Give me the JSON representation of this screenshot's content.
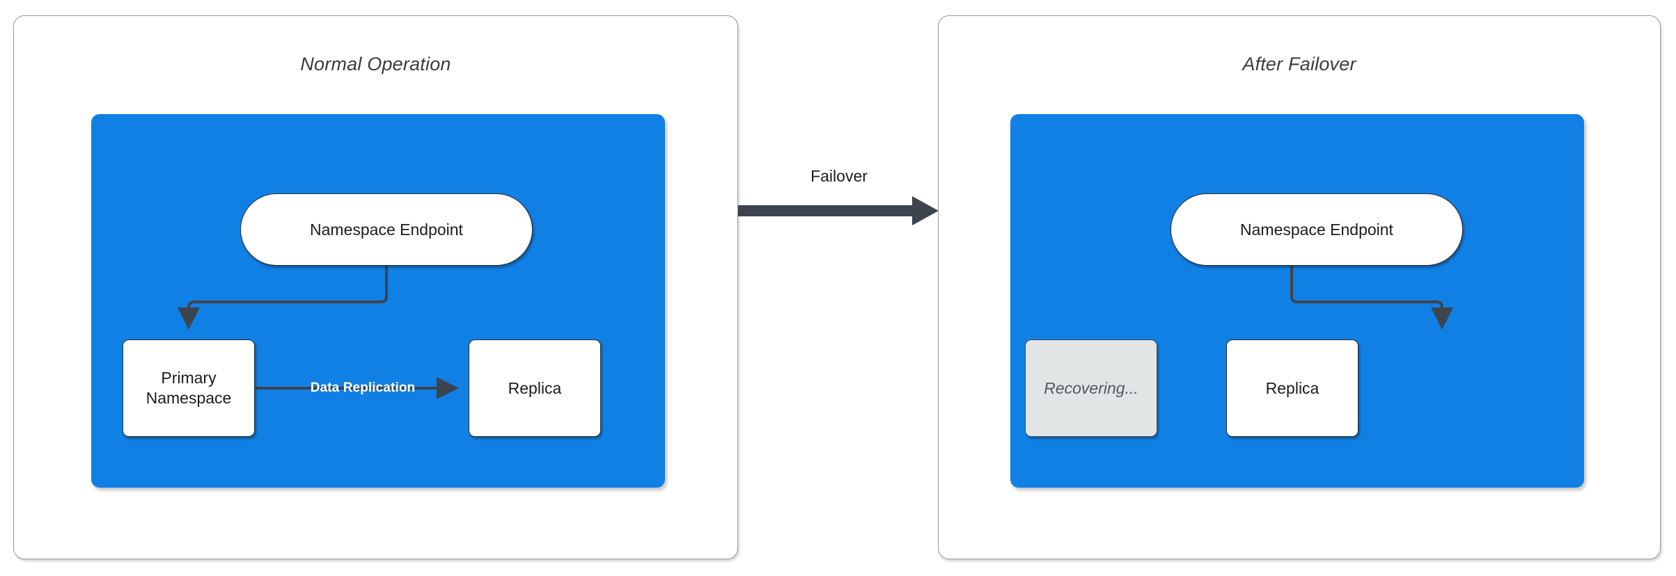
{
  "diagram": {
    "title_implicit": "Namespace failover before and after",
    "colors": {
      "region_blue": "#1180e4",
      "node_white": "#ffffff",
      "node_muted": "#e2e5e6",
      "stroke_dark": "#2b2b2b",
      "arrow_dark": "#3d444e",
      "label_white": "#ffffff",
      "panel_border": "#999999"
    }
  },
  "panels": [
    {
      "key": "normal",
      "title": "Normal Operation",
      "nodes": {
        "endpoint": "Namespace Endpoint",
        "primary": "Primary\nNamespace",
        "primary_line1": "Primary",
        "primary_line2": "Namespace",
        "replica": "Replica"
      },
      "edges": {
        "endpoint_to_primary": "",
        "data_replication": "Data Replication"
      }
    },
    {
      "key": "failover",
      "title": "After Failover",
      "nodes": {
        "endpoint": "Namespace Endpoint",
        "recovering": "Recovering...",
        "replica": "Replica"
      },
      "edges": {
        "endpoint_to_replica": ""
      }
    }
  ],
  "transition": {
    "label": "Failover"
  }
}
